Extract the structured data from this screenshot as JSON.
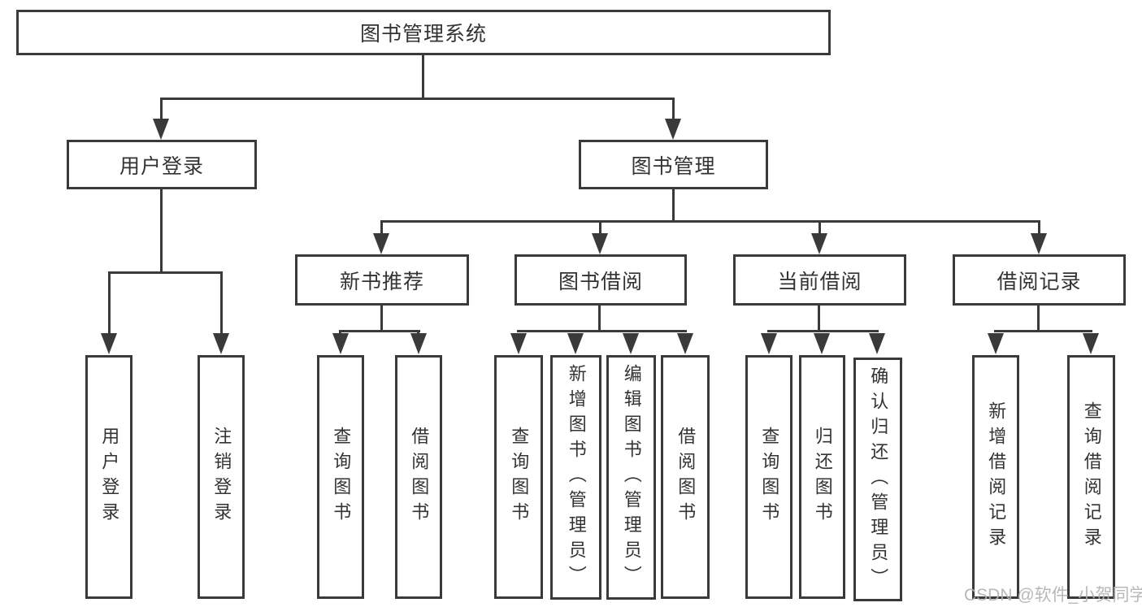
{
  "diagram": {
    "title": "图书管理系统",
    "watermark": "CSDN @软件_小贺同学",
    "colors": {
      "line": "#3a3a3a",
      "box_border": "#3a3a3a",
      "box_fill": "#ffffff",
      "text": "#333333",
      "watermark": "#b3b3b3"
    },
    "tree": {
      "root": {
        "label": "图书管理系统"
      },
      "branches": [
        {
          "label": "用户登录",
          "children": [
            {
              "label": "用户登录"
            },
            {
              "label": "注销登录"
            }
          ]
        },
        {
          "label": "图书管理",
          "children": [
            {
              "label": "新书推荐",
              "children": [
                {
                  "label": "查询图书"
                },
                {
                  "label": "借阅图书"
                }
              ]
            },
            {
              "label": "图书借阅",
              "children": [
                {
                  "label": "查询图书"
                },
                {
                  "label": "新增图书（管理员）"
                },
                {
                  "label": "编辑图书（管理员）"
                },
                {
                  "label": "借阅图书"
                }
              ]
            },
            {
              "label": "当前借阅",
              "children": [
                {
                  "label": "查询图书"
                },
                {
                  "label": "归还图书"
                },
                {
                  "label": "确认归还（管理员）"
                }
              ]
            },
            {
              "label": "借阅记录",
              "children": [
                {
                  "label": "新增借阅记录"
                },
                {
                  "label": "查询借阅记录"
                }
              ]
            }
          ]
        }
      ]
    }
  }
}
